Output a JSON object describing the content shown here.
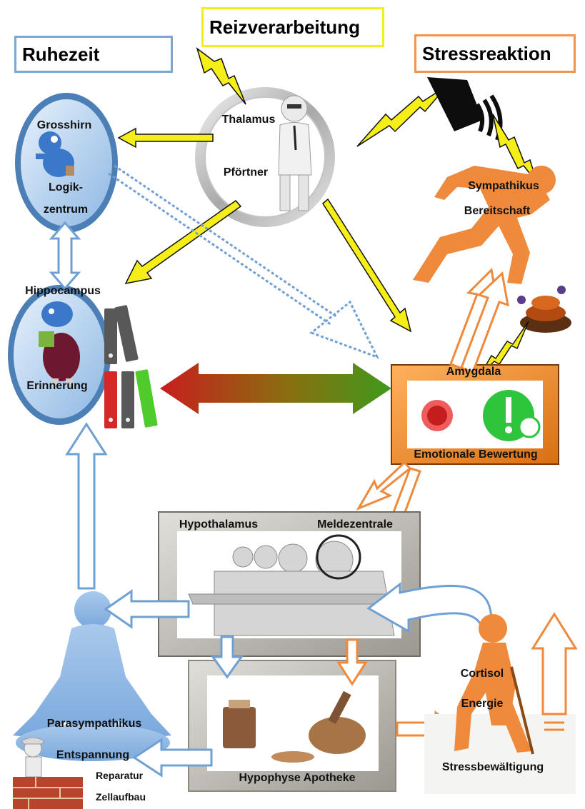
{
  "titles": {
    "ruhezeit": "Ruhezeit",
    "reizverarbeitung": "Reizverarbeitung",
    "stressreaktion": "Stressreaktion"
  },
  "labels": {
    "grosshirn": "Grosshirn",
    "logik1": "Logik-",
    "logik2": "zentrum",
    "thalamus": "Thalamus",
    "pfoertner": "Pförtner",
    "sympathikus": "Sympathikus",
    "bereitschaft": "Bereitschaft",
    "hippocampus": "Hippocampus",
    "erinnerung": "Erinnerung",
    "amygdala": "Amygdala",
    "emotionale": "Emotionale Bewertung",
    "hypothalamus": "Hypothalamus",
    "meldezentrale": "Meldezentrale",
    "parasympathikus": "Parasympathikus",
    "entspannung": "Entspannung",
    "reparatur": "Reparatur",
    "zellaufbau": "Zellaufbau",
    "hypophyse": "Hypophyse Apotheke",
    "cortisol": "Cortisol",
    "energie": "Energie",
    "stressbewaeltigung": "Stressbewältigung"
  },
  "colors": {
    "calm_blue": "#6fa0d4",
    "stress_orange": "#ef8a3c",
    "signal_yellow": "#f5ee18",
    "bidirectional_start": "#c81e1e",
    "bidirectional_end": "#3f9a1c"
  },
  "icons": {
    "thalamus": "gatekeeper-figure-icon",
    "grosshirn": "smurf-figure-icon",
    "hippocampus": "blue-creature-figure-icon",
    "binders": "file-binders-icon",
    "amygdala": "alarm-faces-icon",
    "hypothalamus": "call-center-figures-icon",
    "hypophyse": "pharmacy-mortar-icon",
    "stress_figure": "sprinter-silhouette-icon",
    "calm_figure": "meditation-silhouette-icon",
    "cortisol_figure": "hiker-silhouette-icon",
    "repair": "bricklayer-figure-icon",
    "trigger": "lightning-bolt-icon",
    "speaker": "loudspeaker-icon",
    "poop": "stink-pile-icon"
  }
}
